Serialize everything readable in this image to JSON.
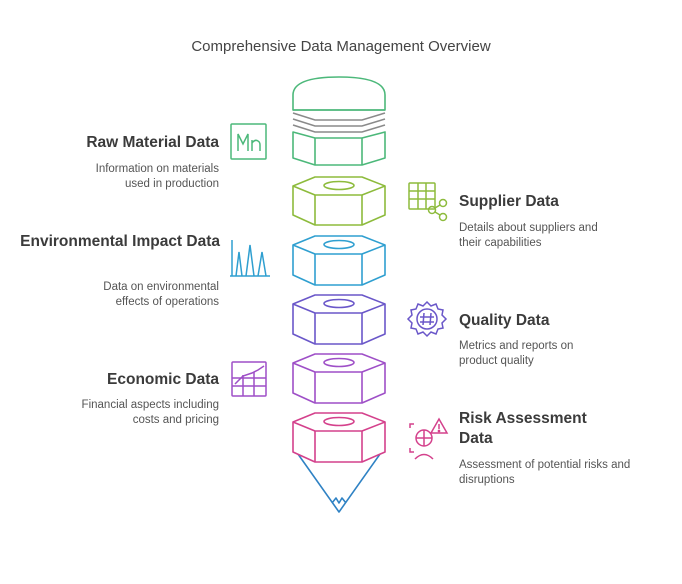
{
  "title": "Comprehensive Data Management Overview",
  "items": [
    {
      "heading": "Raw Material Data",
      "description": "Information on materials used in production",
      "icon": "mn-icon",
      "color": "#4cb87a"
    },
    {
      "heading": "Supplier Data",
      "description": "Details about suppliers and their capabilities",
      "icon": "spreadsheet-share-icon",
      "color": "#8dbb3c"
    },
    {
      "heading": "Environmental Impact Data",
      "description": "Data on environmental effects of operations",
      "icon": "waveform-icon",
      "color": "#2f9fd0"
    },
    {
      "heading": "Quality Data",
      "description": "Metrics and reports on product quality",
      "icon": "hashtag-badge-icon",
      "color": "#6a57c9"
    },
    {
      "heading": "Economic Data",
      "description": "Financial aspects including costs and pricing",
      "icon": "growth-chart-icon",
      "color": "#9e4fc7"
    },
    {
      "heading": "Risk Assessment Data",
      "description": "Assessment of potential risks and disruptions",
      "icon": "risk-warning-icon",
      "color": "#d4418c"
    }
  ]
}
